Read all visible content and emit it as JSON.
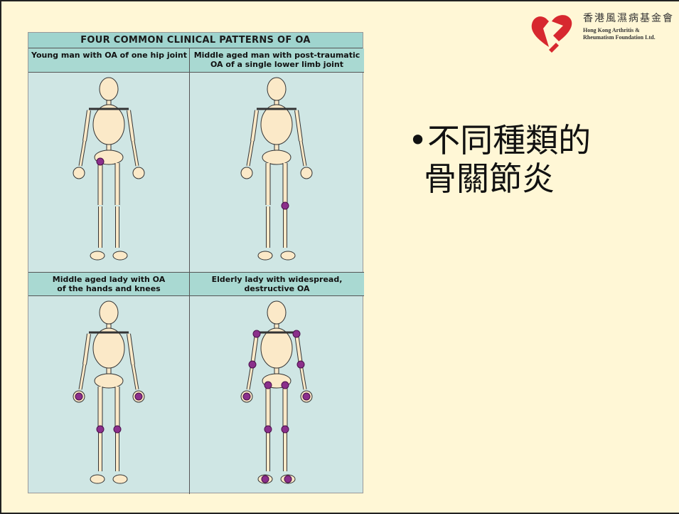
{
  "logo": {
    "name_cn": "香港風濕病基金會",
    "name_en_line1": "Hong Kong Arthritis &",
    "name_en_line2": "Rheumatism Foundation Ltd.",
    "brand_color": "#d7282f"
  },
  "figure": {
    "title": "FOUR COMMON CLINICAL PATTERNS OF OA",
    "panels": [
      {
        "caption_line1": "Young man with OA of one hip joint",
        "caption_line2": ""
      },
      {
        "caption_line1": "Middle aged man with post-traumatic",
        "caption_line2": "OA of a single lower limb joint"
      },
      {
        "caption_line1": "Middle aged lady with OA",
        "caption_line2": "of the hands and knees"
      },
      {
        "caption_line1": "Elderly lady with widespread,",
        "caption_line2": "destructive OA"
      }
    ],
    "colors": {
      "bone": "#fbe9c8",
      "affected_joint": "#8b2f8b",
      "panel_bg": "#cfe6e4",
      "caption_bg": "#a9d9d2"
    }
  },
  "text": {
    "bullet_line1": "•不同種類的",
    "bullet_line2": "骨關節炎"
  }
}
